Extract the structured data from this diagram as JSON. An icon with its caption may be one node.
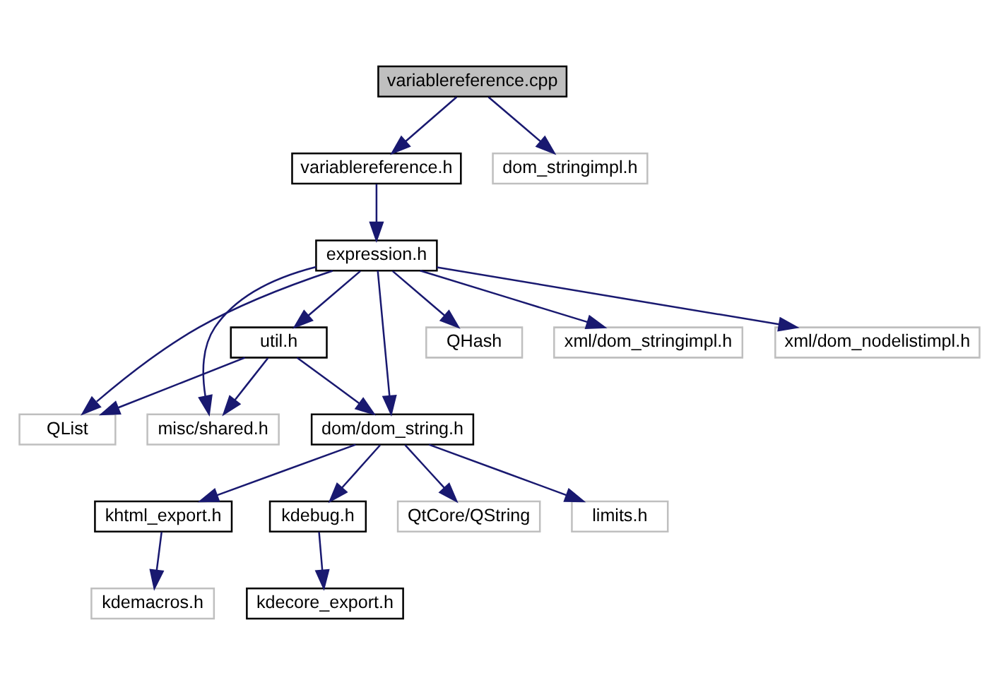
{
  "diagram": {
    "nodes": [
      {
        "text": [
          "variablereference.cpp"
        ]
      },
      {
        "text": [
          "variablereference.h"
        ]
      },
      {
        "text": [
          "dom_stringimpl.h"
        ]
      },
      {
        "text": [
          "expression.h"
        ]
      },
      {
        "text": [
          "QList"
        ]
      },
      {
        "text": [
          "misc/shared.h"
        ]
      },
      {
        "text": [
          "util.h"
        ]
      },
      {
        "text": [
          "dom/dom_string.h"
        ]
      },
      {
        "text": [
          "QHash"
        ]
      },
      {
        "text": [
          "xml/dom_stringimpl.h"
        ]
      },
      {
        "text": [
          "xml/dom_nodelistimpl.h"
        ]
      },
      {
        "text": [
          "khtml_export.h"
        ]
      },
      {
        "text": [
          "kdebug.h"
        ]
      },
      {
        "text": [
          "QtCore/QString"
        ]
      },
      {
        "text": [
          "limits.h"
        ]
      },
      {
        "text": [
          "kdemacros.h"
        ]
      },
      {
        "text": [
          "kdecore_export.h"
        ]
      }
    ],
    "edges": [
      {
        "from": 0,
        "to": 1,
        "arrow": "to"
      },
      {
        "from": 0,
        "to": 2,
        "arrow": "to"
      },
      {
        "from": 1,
        "to": 3,
        "arrow": "to"
      },
      {
        "from": 3,
        "to": 4,
        "arrow": "to"
      },
      {
        "from": 3,
        "to": 5,
        "arrow": "to"
      },
      {
        "from": 3,
        "to": 6,
        "arrow": "to"
      },
      {
        "from": 3,
        "to": 7,
        "arrow": "to"
      },
      {
        "from": 3,
        "to": 8,
        "arrow": "to"
      },
      {
        "from": 3,
        "to": 9,
        "arrow": "to"
      },
      {
        "from": 3,
        "to": 10,
        "arrow": "to"
      },
      {
        "from": 6,
        "to": 4,
        "arrow": "to"
      },
      {
        "from": 6,
        "to": 5,
        "arrow": "to"
      },
      {
        "from": 6,
        "to": 7,
        "arrow": "to"
      },
      {
        "from": 7,
        "to": 11,
        "arrow": "to"
      },
      {
        "from": 7,
        "to": 12,
        "arrow": "to"
      },
      {
        "from": 7,
        "to": 13,
        "arrow": "to"
      },
      {
        "from": 7,
        "to": 14,
        "arrow": "to"
      },
      {
        "from": 11,
        "to": 15,
        "arrow": "to"
      },
      {
        "from": 12,
        "to": 16,
        "arrow": "to"
      }
    ]
  }
}
